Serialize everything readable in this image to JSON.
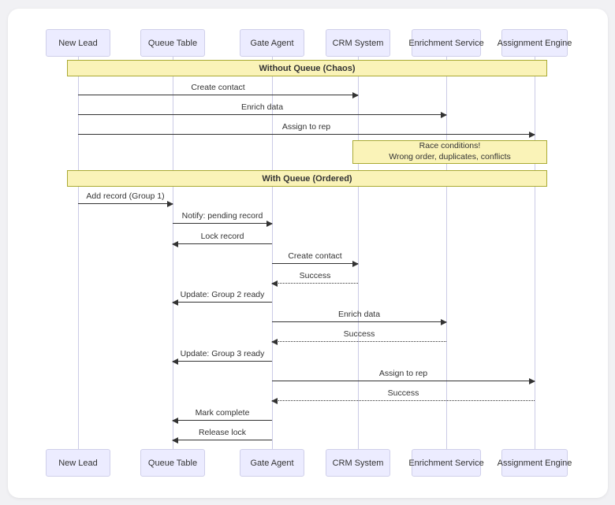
{
  "diagram_type": "sequence-diagram",
  "actors": [
    "New Lead",
    "Queue Table",
    "Gate Agent",
    "CRM System",
    "Enrichment Service",
    "Assignment Engine"
  ],
  "sections": [
    {
      "title": "Without Queue (Chaos)"
    },
    {
      "title": "With Queue (Ordered)"
    }
  ],
  "note": {
    "line1": "Race conditions!",
    "line2": "Wrong order, duplicates, conflicts"
  },
  "messages": [
    {
      "label": "Create contact",
      "from": "New Lead",
      "to": "CRM System",
      "line": "solid"
    },
    {
      "label": "Enrich data",
      "from": "New Lead",
      "to": "Enrichment Service",
      "line": "solid"
    },
    {
      "label": "Assign to rep",
      "from": "New Lead",
      "to": "Assignment Engine",
      "line": "solid"
    },
    {
      "label": "Add record (Group 1)",
      "from": "New Lead",
      "to": "Queue Table",
      "line": "solid"
    },
    {
      "label": "Notify: pending record",
      "from": "Queue Table",
      "to": "Gate Agent",
      "line": "solid"
    },
    {
      "label": "Lock record",
      "from": "Gate Agent",
      "to": "Queue Table",
      "line": "solid"
    },
    {
      "label": "Create contact",
      "from": "Gate Agent",
      "to": "CRM System",
      "line": "solid"
    },
    {
      "label": "Success",
      "from": "CRM System",
      "to": "Gate Agent",
      "line": "dotted"
    },
    {
      "label": "Update: Group 2 ready",
      "from": "Gate Agent",
      "to": "Queue Table",
      "line": "solid"
    },
    {
      "label": "Enrich data",
      "from": "Gate Agent",
      "to": "Enrichment Service",
      "line": "solid"
    },
    {
      "label": "Success",
      "from": "Enrichment Service",
      "to": "Gate Agent",
      "line": "dotted"
    },
    {
      "label": "Update: Group 3 ready",
      "from": "Gate Agent",
      "to": "Queue Table",
      "line": "solid"
    },
    {
      "label": "Assign to rep",
      "from": "Gate Agent",
      "to": "Assignment Engine",
      "line": "solid"
    },
    {
      "label": "Success",
      "from": "Assignment Engine",
      "to": "Gate Agent",
      "line": "dotted"
    },
    {
      "label": "Mark complete",
      "from": "Gate Agent",
      "to": "Queue Table",
      "line": "solid"
    },
    {
      "label": "Release lock",
      "from": "Gate Agent",
      "to": "Queue Table",
      "line": "solid"
    }
  ],
  "colors": {
    "page_background": "#f1f1f4",
    "card_background": "#ffffff",
    "actor_fill": "#ececff",
    "actor_border": "#cfcfea",
    "lifeline": "#cbcbe6",
    "band_fill": "#faf3b8",
    "band_border": "#aaaa33",
    "arrow": "#333333",
    "text": "#333333"
  }
}
